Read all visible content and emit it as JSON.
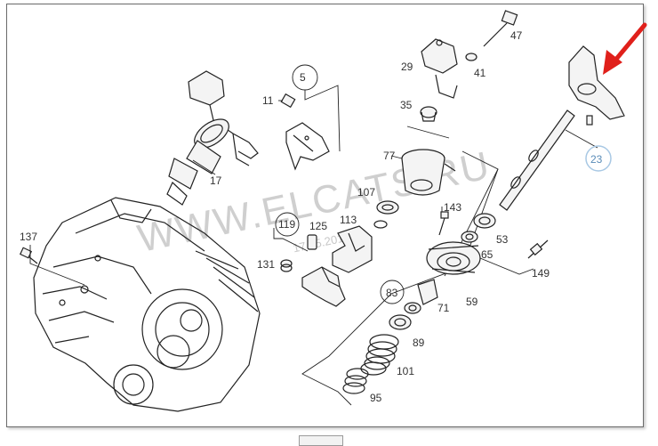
{
  "watermark": {
    "text": "WWW.ELCATS.RU",
    "date": "17.05.2015"
  },
  "callouts": {
    "p5": "5",
    "p11": "11",
    "p17": "17",
    "p23": "23",
    "p29": "29",
    "p35": "35",
    "p41": "41",
    "p47": "47",
    "p53": "53",
    "p59": "59",
    "p65": "65",
    "p71": "71",
    "p77": "77",
    "p83": "83",
    "p89": "89",
    "p95": "95",
    "p101": "101",
    "p107": "107",
    "p113": "113",
    "p119": "119",
    "p125": "125",
    "p131": "131",
    "p137": "137",
    "p143": "143",
    "p149": "149"
  },
  "highlight": {
    "color": "#a8c8e4",
    "arrow_color": "#e0201b",
    "highlighted_part": "23"
  }
}
